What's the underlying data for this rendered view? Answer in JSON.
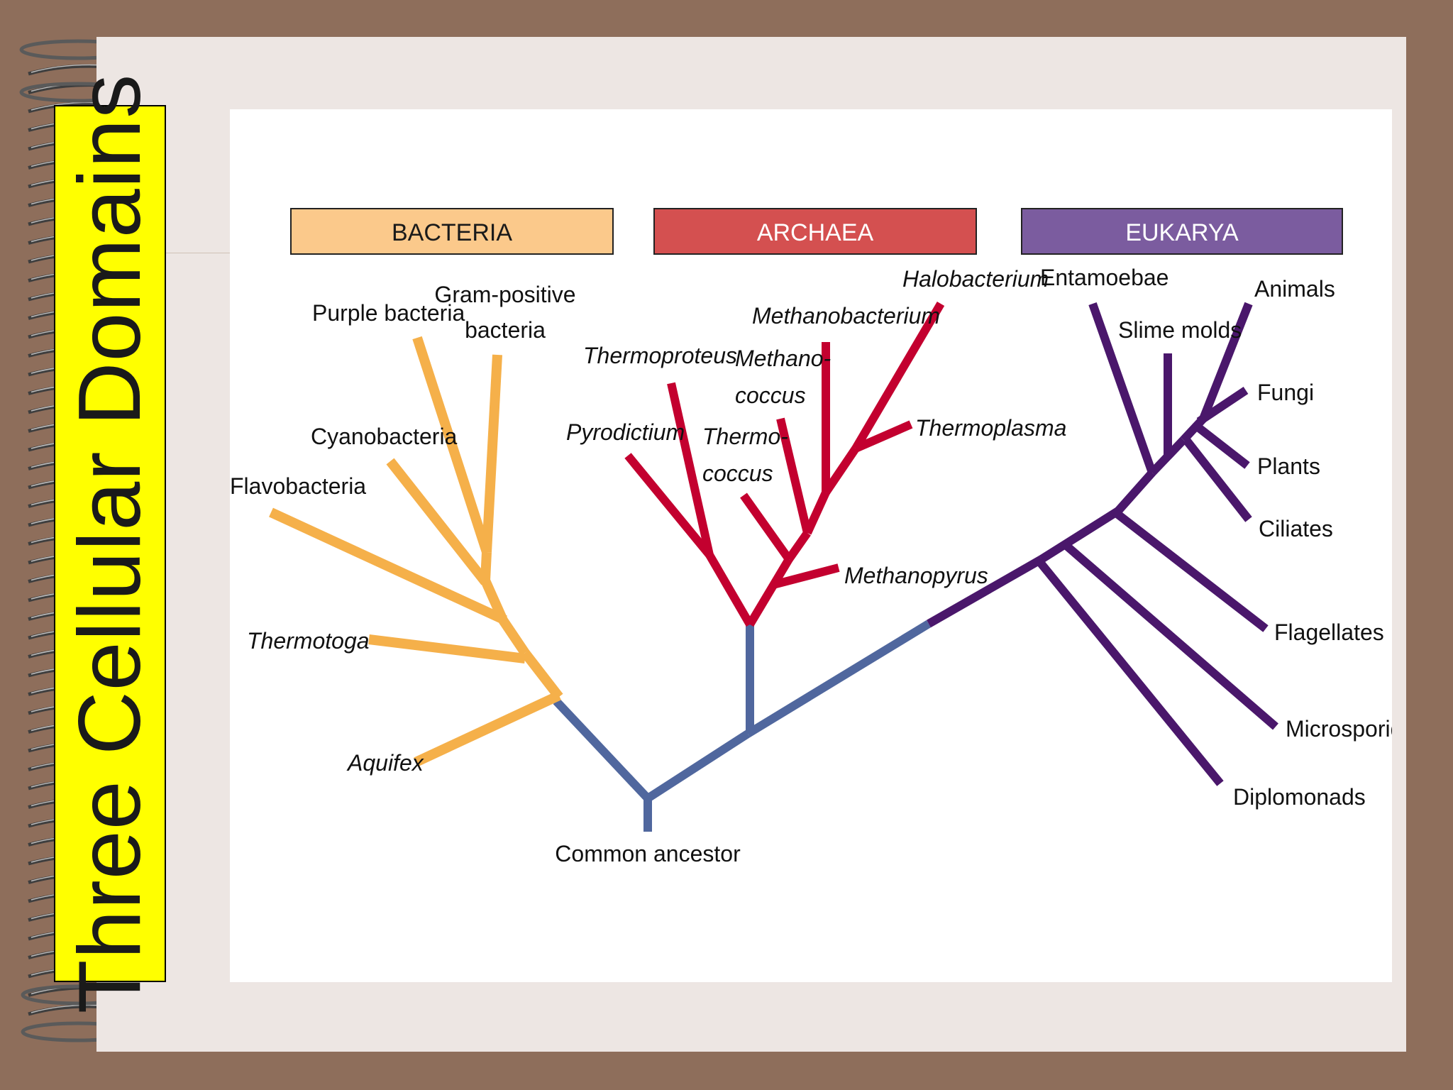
{
  "slide": {
    "title": "Three Cellular Domains"
  },
  "colors": {
    "background": "#8e6e5b",
    "page": "#ede6e3",
    "title_box": "#ffff00",
    "bacteria": "#f5b04a",
    "archaea": "#c3002f",
    "eukarya": "#4a176b",
    "ancestor": "#50679e",
    "bacteria_header": "#fbc98b",
    "archaea_header": "#d45050",
    "eukarya_header": "#7b5c9f"
  },
  "domains": {
    "bacteria": "BACTERIA",
    "archaea": "ARCHAEA",
    "eukarya": "EUKARYA"
  },
  "root": {
    "label": "Common ancestor"
  },
  "bacteria_taxa": {
    "purple_bacteria": "Purple bacteria",
    "gram_positive_1": "Gram-positive",
    "gram_positive_2": "bacteria",
    "cyanobacteria": "Cyanobacteria",
    "flavobacteria": "Flavobacteria",
    "thermotoga": "Thermotoga",
    "aquifex": "Aquifex"
  },
  "archaea_taxa": {
    "halobacterium": "Halobacterium",
    "methanobacterium": "Methanobacterium",
    "thermoproteus": "Thermoproteus",
    "methanococcus_1": "Methano-",
    "methanococcus_2": "coccus",
    "pyrodictium": "Pyrodictium",
    "thermococcus_1": "Thermo-",
    "thermococcus_2": "coccus",
    "thermoplasma": "Thermoplasma",
    "methanopyrus": "Methanopyrus"
  },
  "eukarya_taxa": {
    "entamoebae": "Entamoebae",
    "slime_molds": "Slime molds",
    "animals": "Animals",
    "fungi": "Fungi",
    "plants": "Plants",
    "ciliates": "Ciliates",
    "flagellates": "Flagellates",
    "microsporidia": "Microsporidia",
    "diplomonads": "Diplomonads"
  }
}
